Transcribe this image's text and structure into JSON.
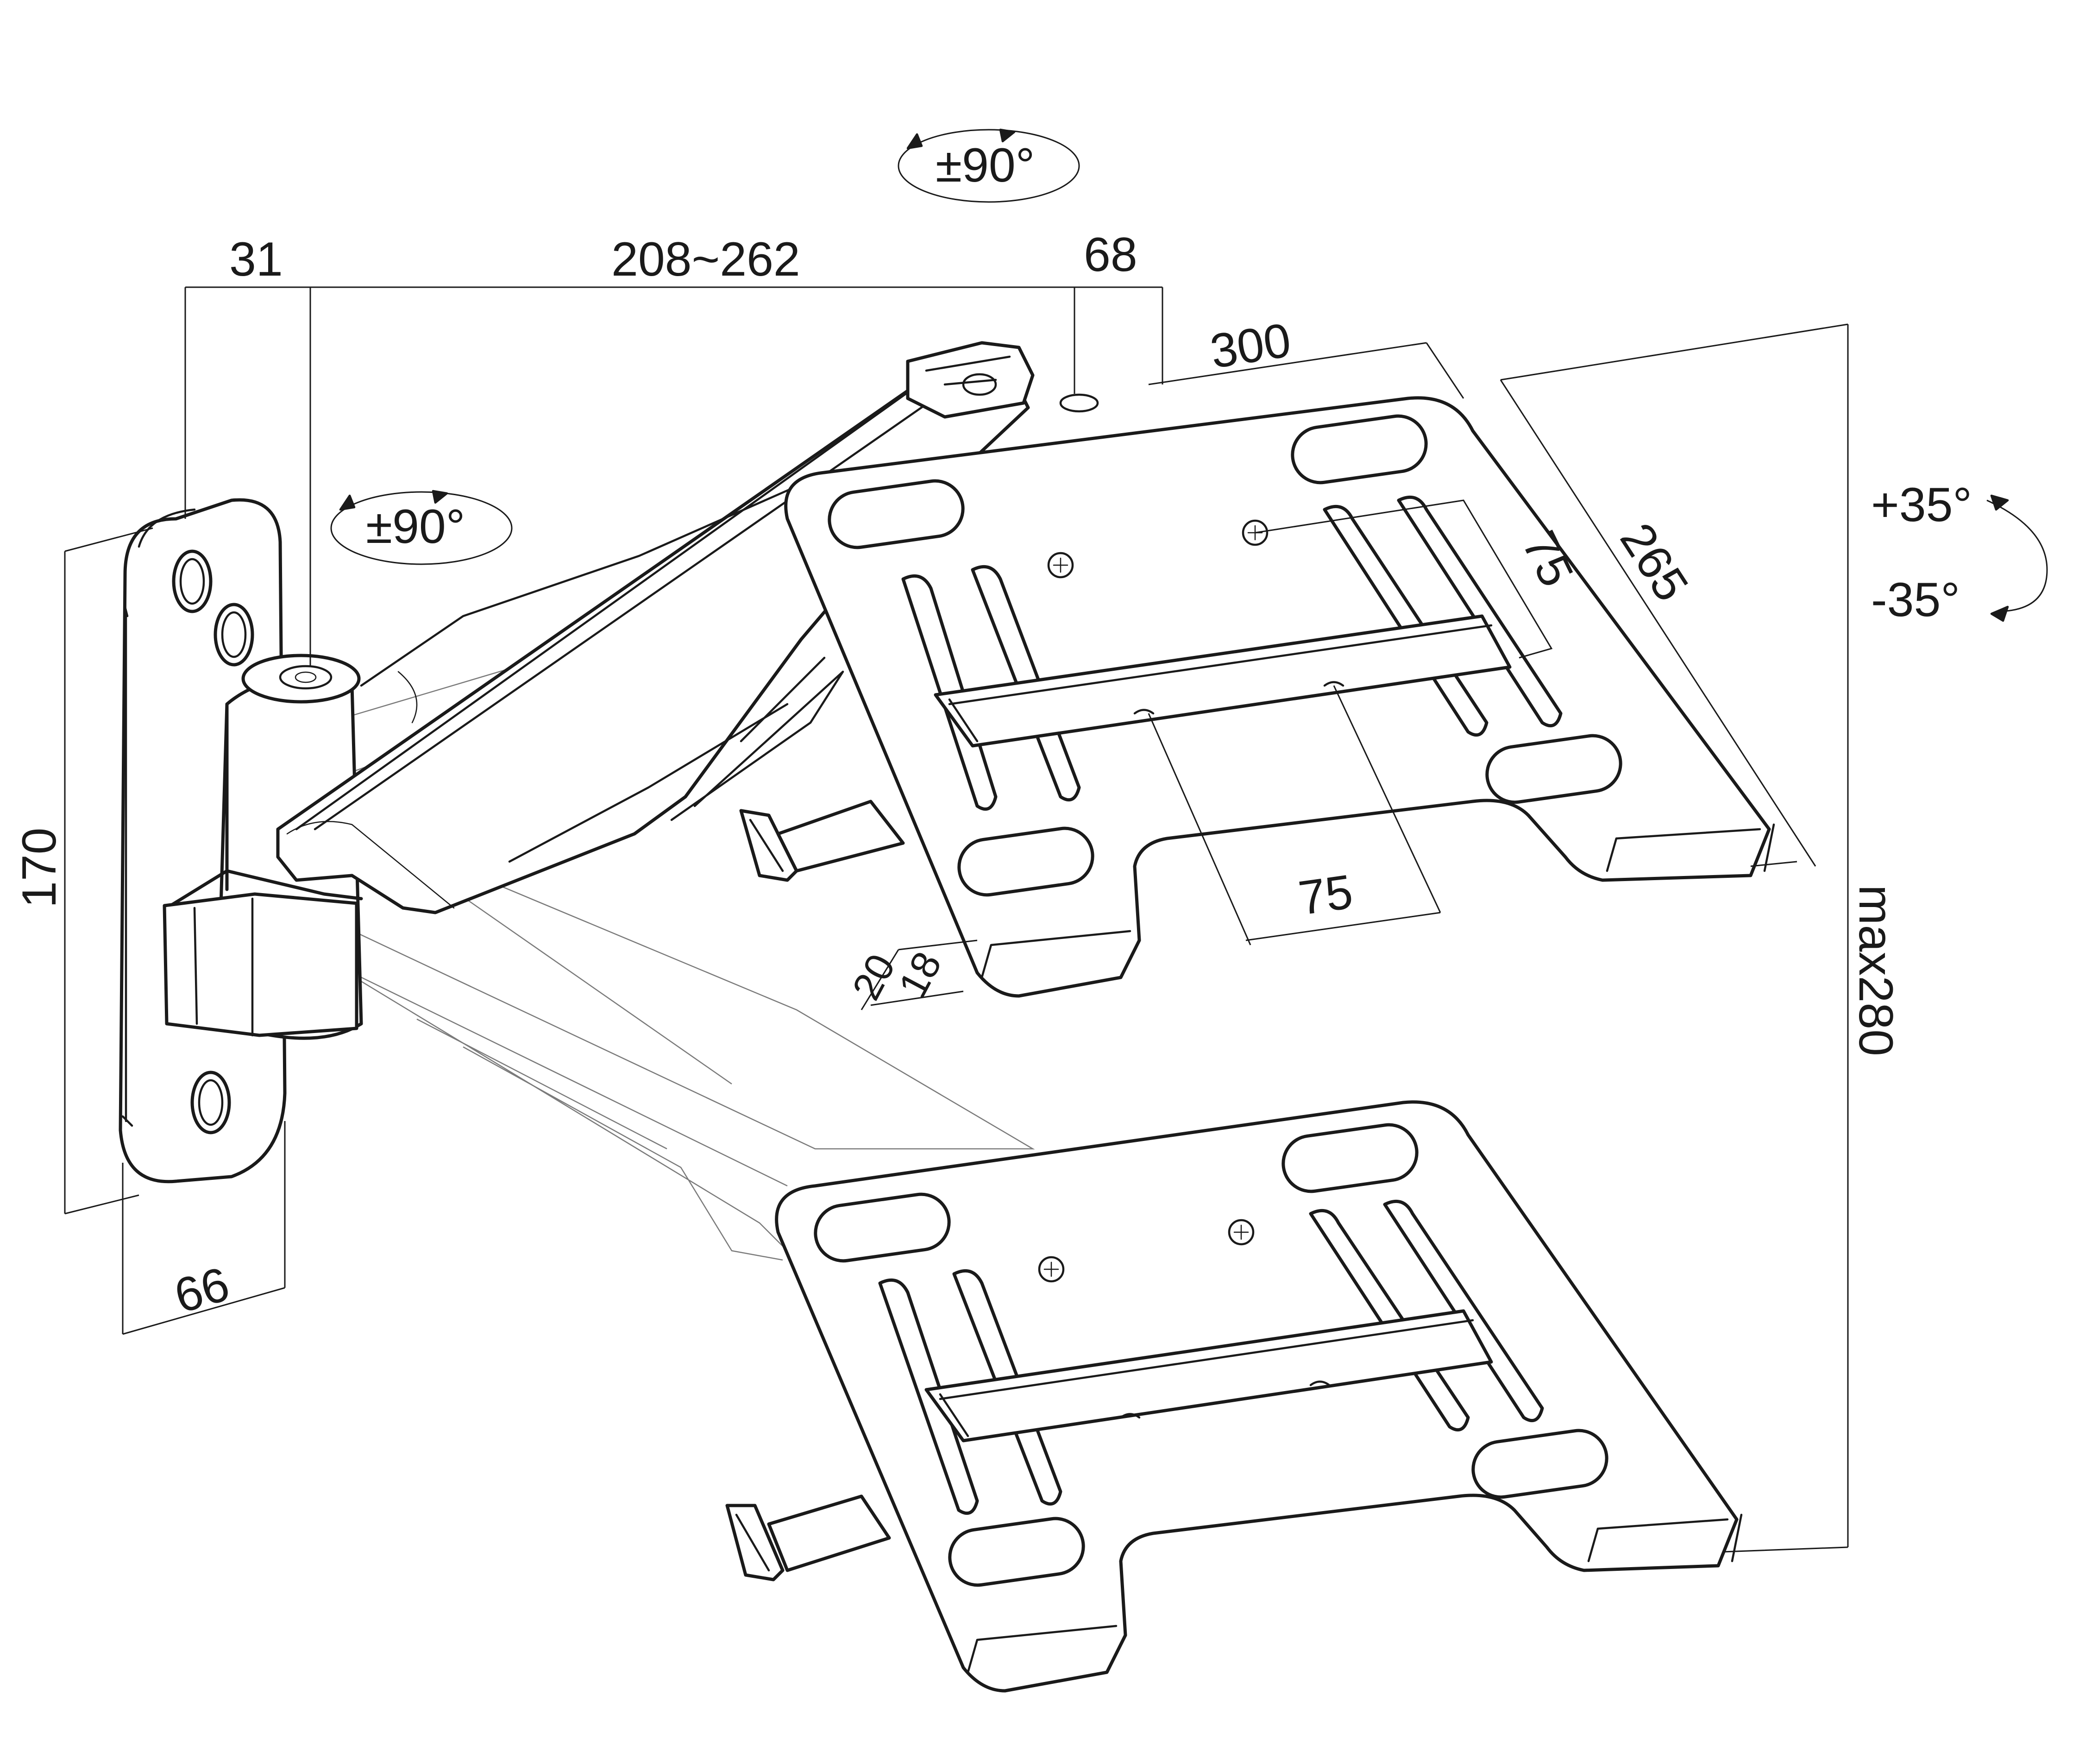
{
  "dimensions": {
    "wall_offset": "31",
    "arm_reach": "208~262",
    "head_offset": "68",
    "tray_width": "300",
    "tray_depth": "265",
    "vesa_vertical": "75",
    "vesa_horizontal": "75",
    "lip_outer": "20",
    "lip_inner": "18",
    "plate_height": "170",
    "plate_width": "66",
    "max_height": "max280"
  },
  "rotations": {
    "top_swivel": "±90°",
    "wall_swivel": "±90°",
    "tilt_up": "+35°",
    "tilt_down": "-35°"
  },
  "colors": {
    "ink": "#1a1a1a",
    "ghost": "#7a7a7a",
    "background": "#ffffff"
  }
}
